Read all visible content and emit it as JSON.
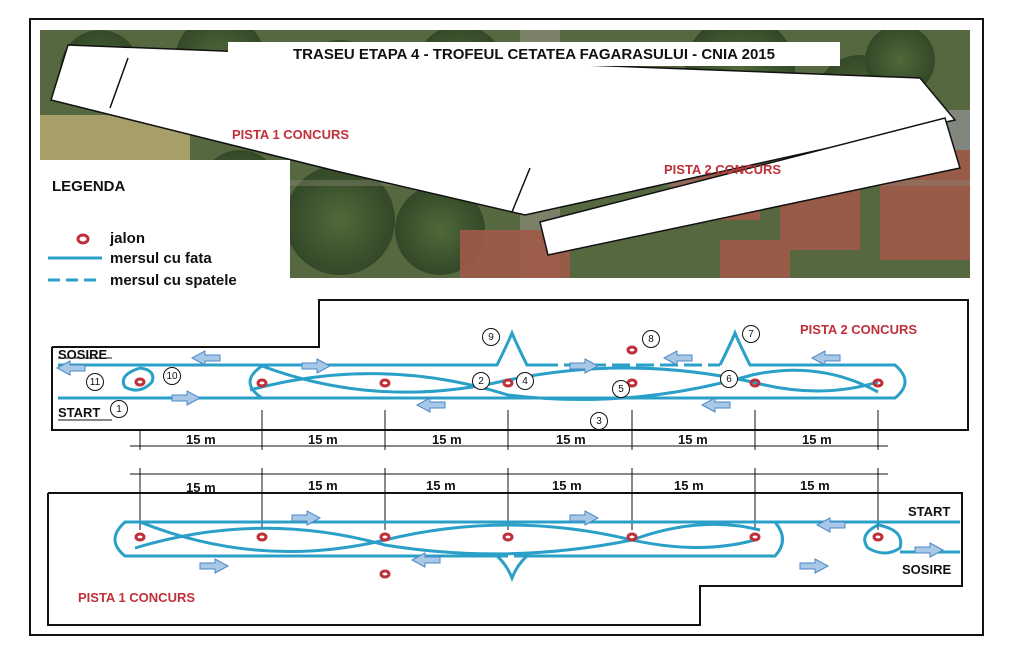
{
  "title": "TRASEU ETAPA 4 - TROFEUL CETATEA FAGARASULUI - CNIA 2015",
  "legend": {
    "title": "LEGENDA",
    "items": [
      {
        "icon": "jalon-marker-icon",
        "label": "jalon"
      },
      {
        "icon": "solid-line-icon",
        "label": "mersul cu fata"
      },
      {
        "icon": "dashed-line-icon",
        "label": "mersul cu spatele"
      }
    ]
  },
  "aerial_labels": {
    "track1": "PISTA 1 CONCURS",
    "track2": "PISTA 2 CONCURS"
  },
  "track2": {
    "name": "PISTA 2 CONCURS",
    "sosire": "SOSIRE",
    "start": "START",
    "numbers": [
      "1",
      "2",
      "3",
      "4",
      "5",
      "6",
      "7",
      "8",
      "9",
      "10",
      "11"
    ],
    "distances": [
      "15 m",
      "15 m",
      "15 m",
      "15 m",
      "15 m",
      "15 m"
    ]
  },
  "track1": {
    "name": "PISTA 1 CONCURS",
    "sosire": "SOSIRE",
    "start": "START",
    "distances": [
      "15 m",
      "15 m",
      "15 m",
      "15 m",
      "15 m",
      "15 m"
    ]
  },
  "colors": {
    "route": "#2aa0c8",
    "marker": "#c0303a",
    "arrow": "#4d88c4"
  }
}
